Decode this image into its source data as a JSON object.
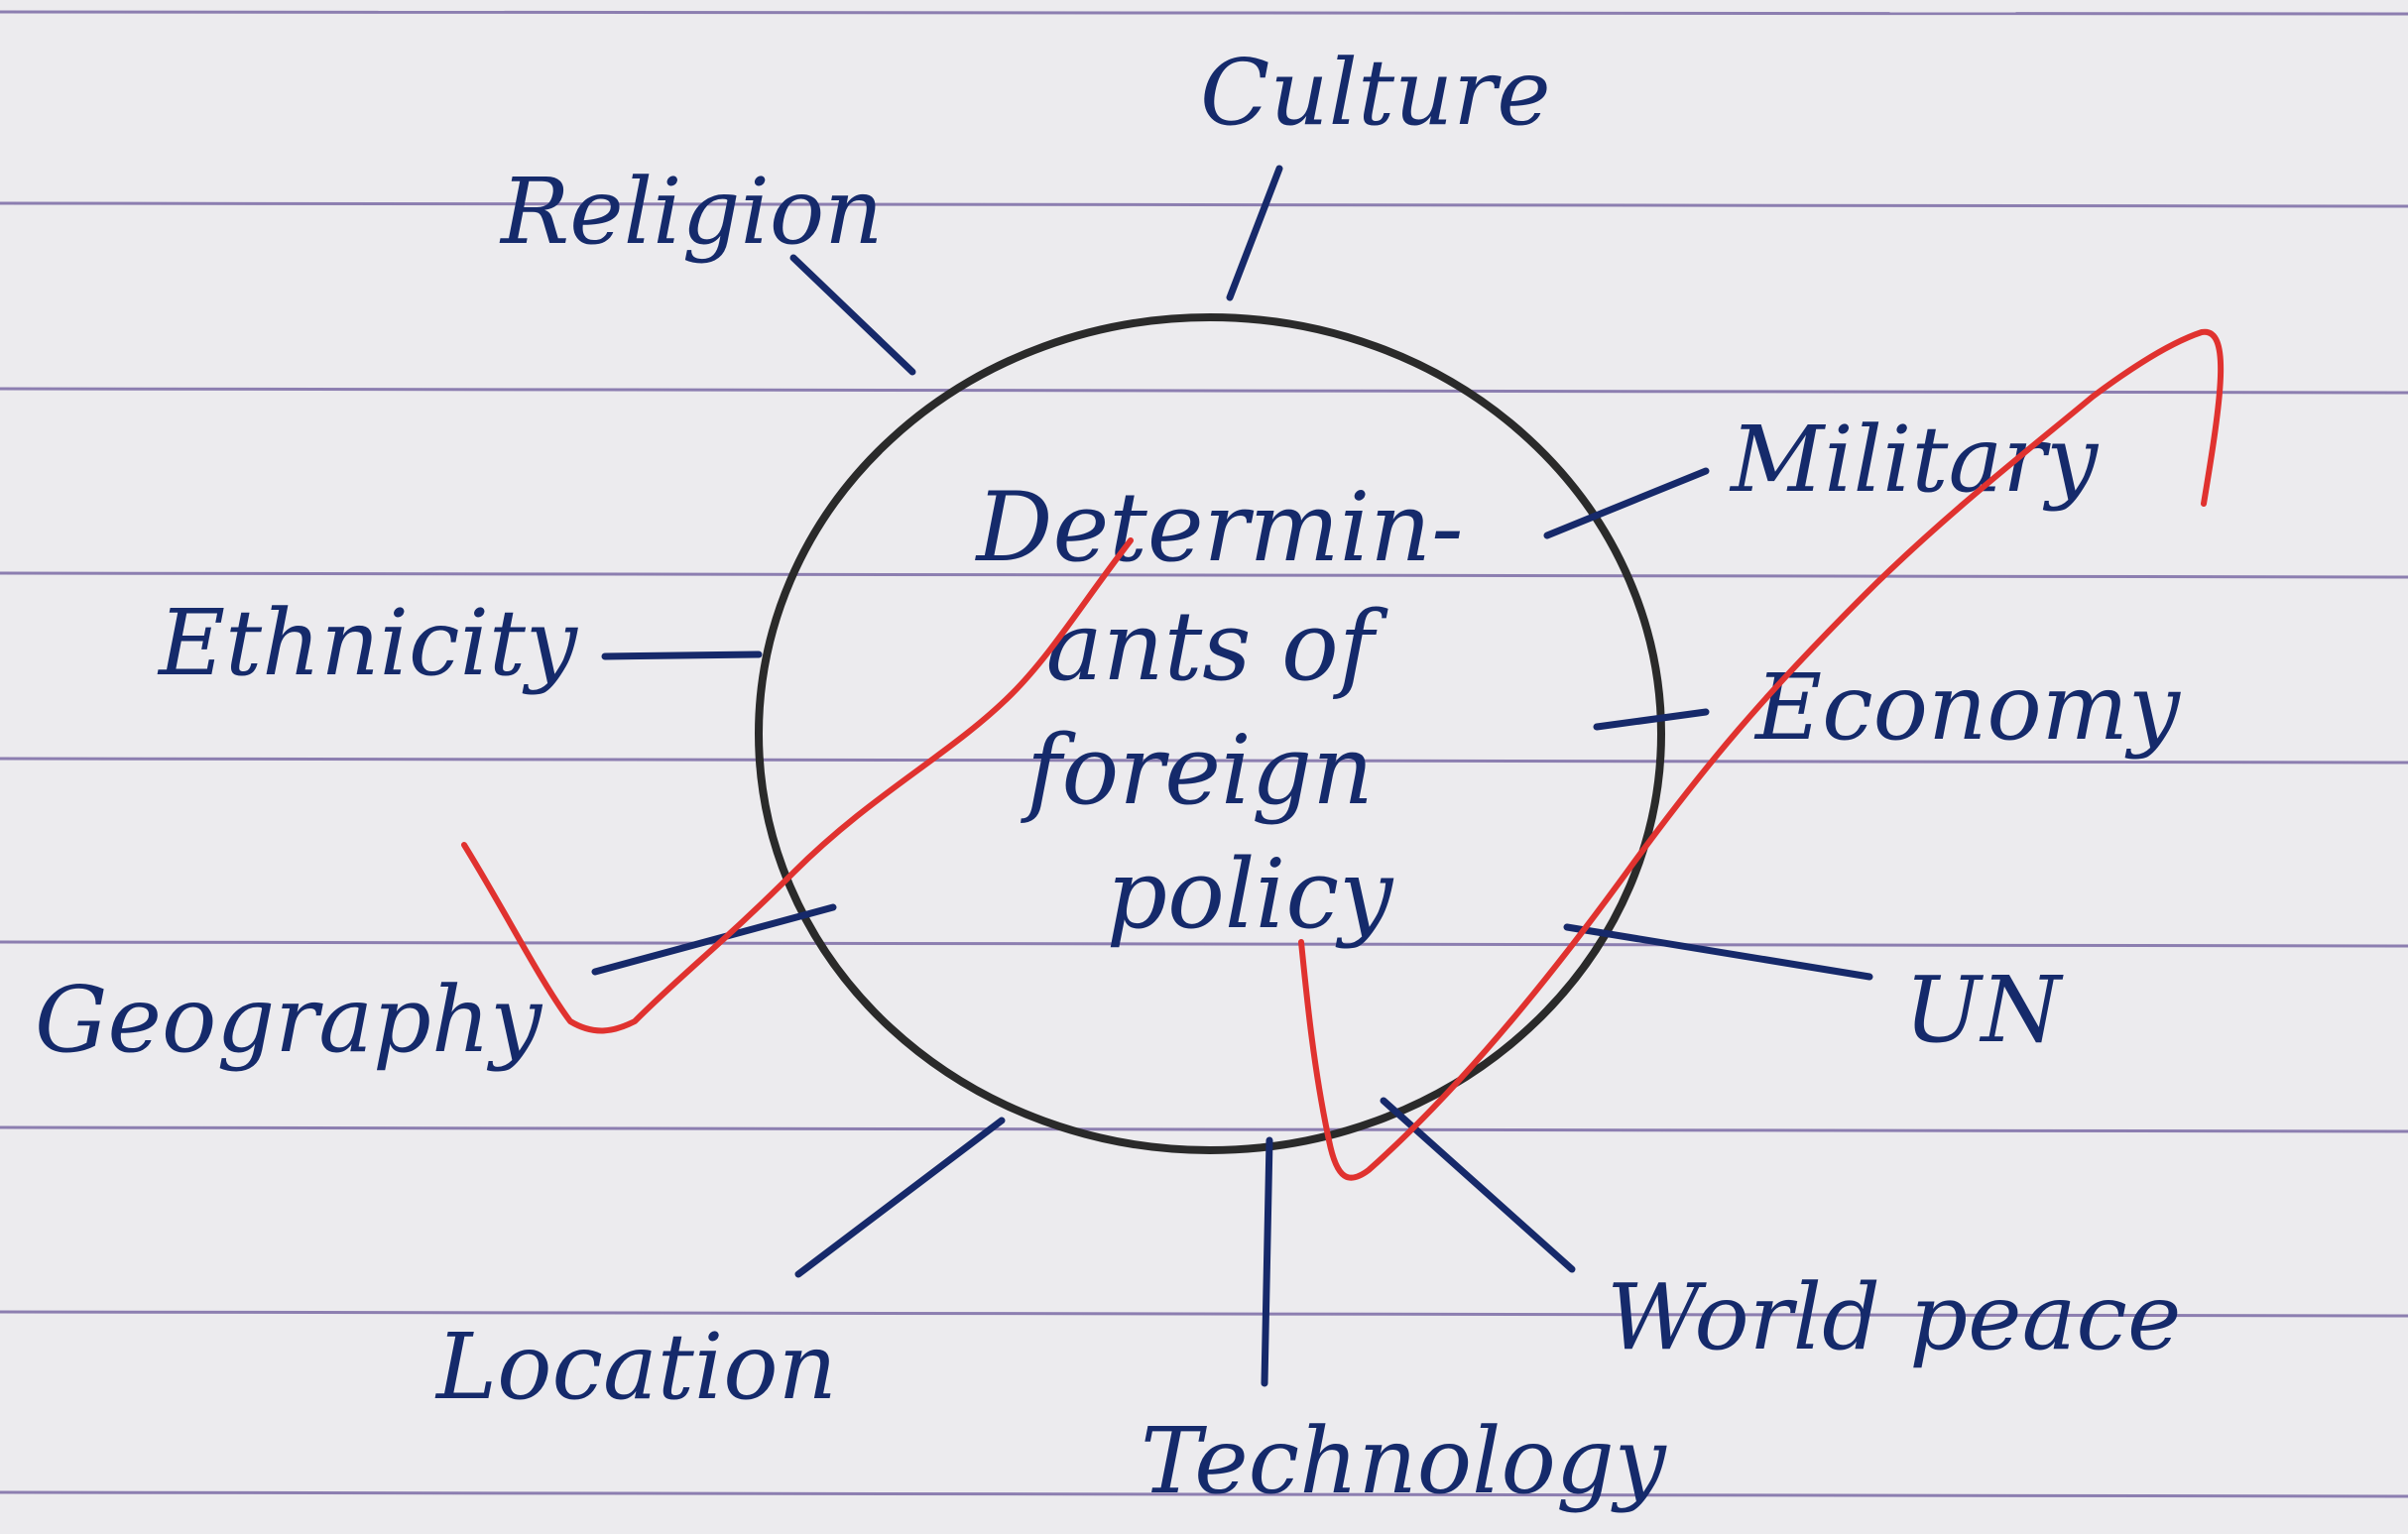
{
  "center": {
    "lines": [
      "Determin-",
      "ants of",
      "foreign",
      "policy"
    ]
  },
  "labels": {
    "culture": "Culture",
    "religion": "Religion",
    "military": "Military",
    "ethnicity": "Ethnicity",
    "economy": "Economy",
    "geography": "Geography",
    "un": "UN",
    "location": "Location",
    "technology": "Technology",
    "world_peace": "World peace"
  },
  "colors": {
    "ink": "#152a6b",
    "paper": "#ecebee",
    "rules": "#6c5a9c",
    "circle": "#2a2a2a",
    "check_marks": "#e0322f"
  }
}
